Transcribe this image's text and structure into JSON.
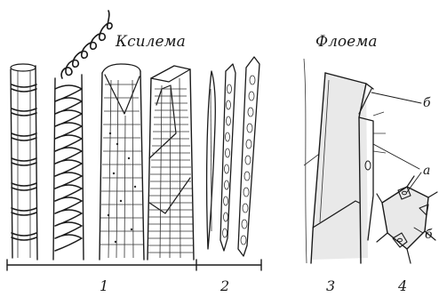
{
  "figure": {
    "xylem_title": "Ксилема",
    "phloem_title": "Флоема",
    "numbers": [
      "1",
      "2",
      "3",
      "4"
    ],
    "letters": {
      "b_top": "б",
      "a": "а",
      "b_bottom": "б"
    }
  }
}
